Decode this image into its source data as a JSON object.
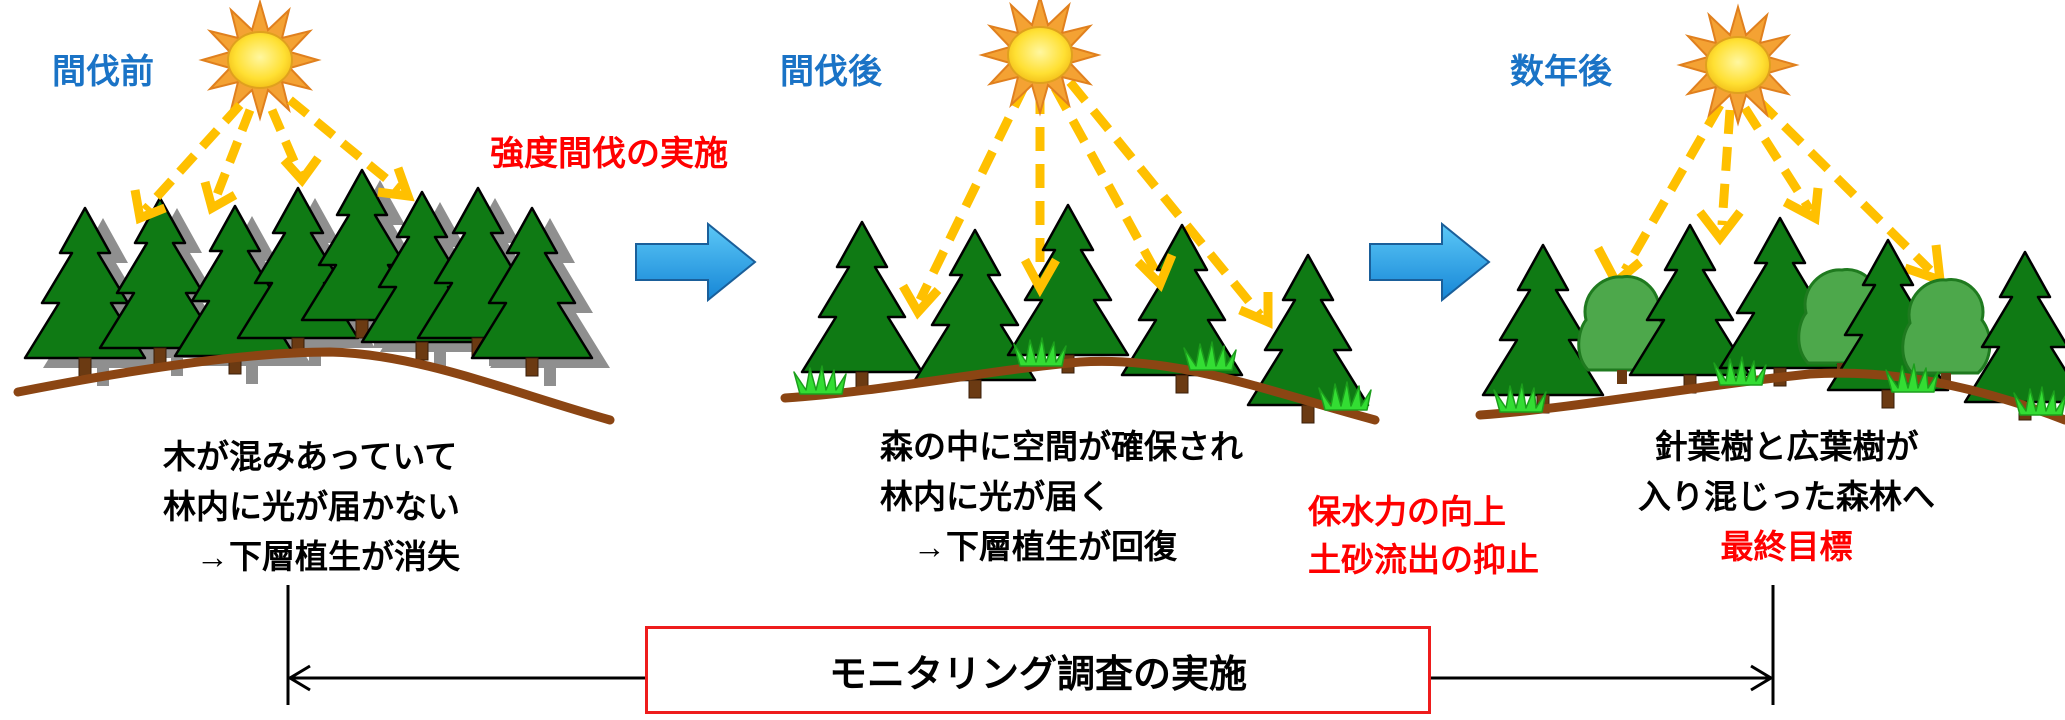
{
  "stages": [
    {
      "label": "間伐前",
      "lines": [
        "木が混みあっていて",
        "林内に光が届かない",
        "　→下層植生が消失"
      ]
    },
    {
      "label": "間伐後",
      "lines": [
        "森の中に空間が確保され",
        "林内に光が届く",
        "　→下層植生が回復"
      ]
    },
    {
      "label": "数年後",
      "lines": [
        "針葉樹と広葉樹が",
        "入り混じった森林へ"
      ],
      "goal": "最終目標"
    }
  ],
  "action_label": "強度間伐の実施",
  "effects": [
    "保水力の向上",
    "土砂流出の抑止"
  ],
  "monitoring_label": "モニタリング調査の実施",
  "colors": {
    "stage_label": "#1a73c6",
    "red_text": "#ff0000",
    "conifer": "#0f7a14",
    "broadleaf": "#4da84b",
    "ground": "#8b4513",
    "grass": "#33dd33",
    "light_ray": "#ffc000",
    "sun": "#ffe033",
    "process_arrow": "#1aa3e8",
    "monitor_border": "#ee1c1c"
  },
  "icons": [
    "sun-icon",
    "conifer-tree-icon",
    "broadleaf-tree-icon",
    "grass-icon",
    "process-arrow-icon",
    "light-ray-arrow-icon"
  ]
}
